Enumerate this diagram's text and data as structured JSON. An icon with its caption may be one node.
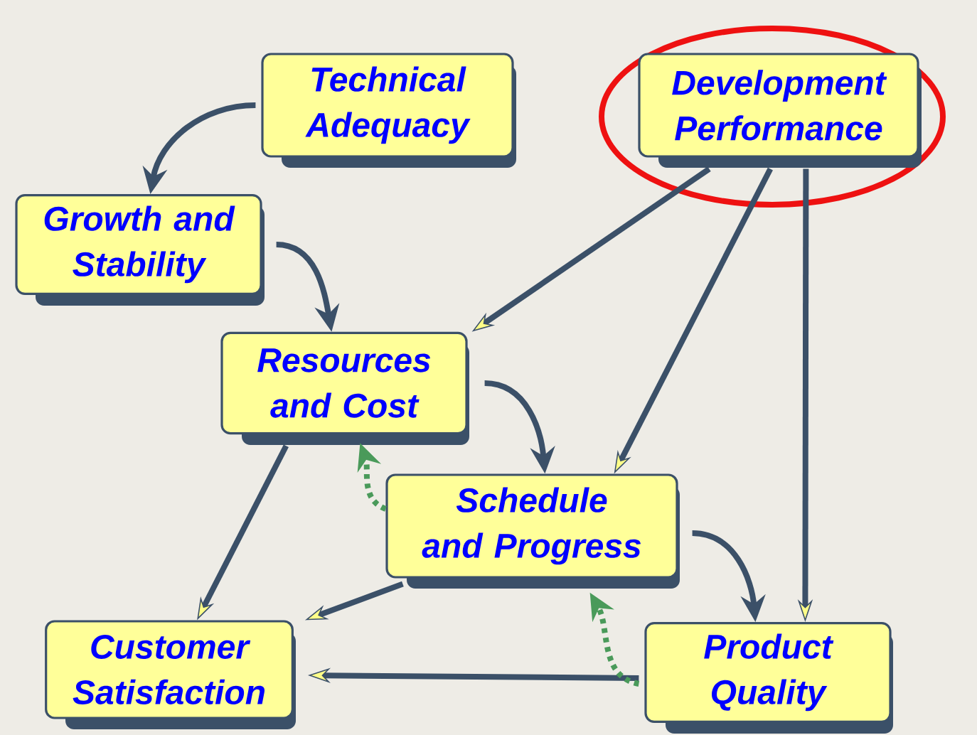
{
  "diagram": {
    "nodes": [
      {
        "text": [
          "Technical Adequacy"
        ]
      },
      {
        "text": [
          "Development Performance"
        ]
      },
      {
        "text": [
          "Growth and Stability"
        ]
      },
      {
        "text": [
          "Resources and Cost"
        ]
      },
      {
        "text": [
          "Schedule and Progress"
        ]
      },
      {
        "text": [
          "Customer Satisfaction"
        ]
      },
      {
        "text": [
          "Product Quality"
        ]
      }
    ],
    "edges": [
      {
        "from": 0,
        "to": 2,
        "arrow": "to"
      },
      {
        "from": 2,
        "to": 3,
        "arrow": "to"
      },
      {
        "from": 3,
        "to": 4,
        "arrow": "to"
      },
      {
        "from": 4,
        "to": 6,
        "arrow": "to"
      },
      {
        "from": 1,
        "to": 3,
        "arrow": "to"
      },
      {
        "from": 1,
        "to": 4,
        "arrow": "to"
      },
      {
        "from": 1,
        "to": 6,
        "arrow": "to"
      },
      {
        "from": 3,
        "to": 5,
        "arrow": "to"
      },
      {
        "from": 4,
        "to": 5,
        "arrow": "to"
      },
      {
        "from": 6,
        "to": 5,
        "arrow": "to"
      },
      {
        "from": 4,
        "to": 3,
        "arrow": "to",
        "style": "dashed",
        "color": "#4a9a5a"
      },
      {
        "from": 6,
        "to": 4,
        "arrow": "to",
        "style": "dashed",
        "color": "#4a9a5a"
      }
    ]
  }
}
